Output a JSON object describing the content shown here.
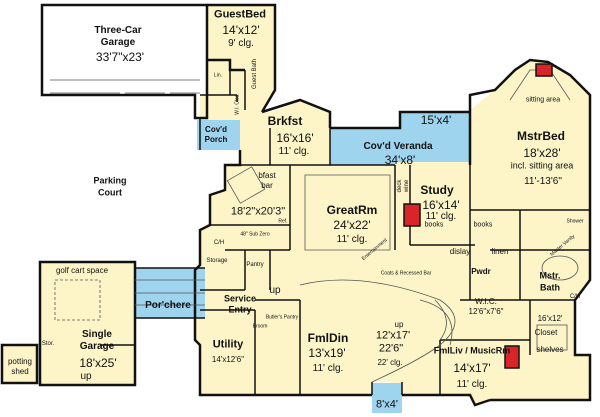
{
  "colors": {
    "cream": "#fdf5c8",
    "blue": "#9ed4ee",
    "wall": "#111111",
    "fire": "#d9252a",
    "gray": "#888888"
  },
  "rooms": {
    "garage3": {
      "name": "Three-Car",
      "name2": "Garage",
      "dim": "33'7\"x23'"
    },
    "guestbed": {
      "name": "GuestBed",
      "dim": "14'x12'",
      "clg": "9' clg."
    },
    "guestbath": "Guest Bath",
    "linen": "Lin.",
    "wi_clos": "W.I. Clos.",
    "brkfst": {
      "name": "Brkfst",
      "dim": "16'x16'",
      "clg": "11' clg."
    },
    "covd_porch": {
      "l1": "Cov'd",
      "l2": "Porch"
    },
    "veranda": {
      "name": "Cov'd Veranda",
      "dim": "34'x8'"
    },
    "veranda_side": "15'x4'",
    "mstrbed": {
      "name": "MstrBed",
      "dim": "18'x28'",
      "note": "incl. sitting area",
      "clg": "11'-13'6\""
    },
    "sitting": "sitting area",
    "parking": {
      "l1": "Parking",
      "l2": "Court"
    },
    "bfast_bar": {
      "l1": "bfast",
      "l2": "bar"
    },
    "kitchen_dim": "18'2\"x20'3\"",
    "greatrm": {
      "name": "GreatRm",
      "dim": "24'x22'",
      "clg": "11' clg."
    },
    "study": {
      "name": "Study",
      "dim": "16'x14'",
      "clg": "11' clg."
    },
    "deck_wine": {
      "l1": "deck",
      "l2": "wine"
    },
    "books1": "books",
    "books2": "books",
    "display": "dislay",
    "linen2": "linen",
    "mstr_bath": {
      "l1": "Mstr.",
      "l2": "Bath"
    },
    "pwdr": "Pwdr",
    "wic": {
      "l1": "W.I.C.",
      "l2": "12'6\"x7'6\""
    },
    "closet": {
      "dim": "16'x12'",
      "l1": "Closet",
      "l2": "shelves"
    },
    "golf": "golf cart space",
    "porchere": "Por'chere",
    "single_garage": {
      "l1": "Single",
      "l2": "Garage",
      "dim": "18'x25'",
      "up": "up"
    },
    "stor": "Stor.",
    "potting": {
      "l1": "potting",
      "l2": "shed"
    },
    "service": {
      "l1": "Service",
      "l2": "Entry"
    },
    "utility": {
      "name": "Utility",
      "dim": "14'x12'6\""
    },
    "pantry": "Pantry",
    "storage": "Storage",
    "broom": "Broom",
    "butlers": "Butler's Pantry",
    "fmldin": {
      "name": "FmlDin",
      "dim": "13'x19'",
      "clg": "11' clg."
    },
    "foyer": {
      "dim1": "12'x17'",
      "dim2": "22'6\"",
      "clg": "22' clg."
    },
    "fmlliv": {
      "name": "FmlLiv / MusicRm",
      "dim": "14'x17'",
      "clg": "11' clg."
    },
    "porch_front": "8'x4'",
    "ch1": "C/H",
    "ch2": "C/H",
    "up1": "up",
    "up2": "up",
    "ref": "Ref.",
    "bar_sink": "48\" Sub Zero",
    "entertainment": "Entertainment",
    "coats": "Coats & Recessed Bar",
    "sinks": "Master Vanity",
    "tub": "Shower"
  }
}
